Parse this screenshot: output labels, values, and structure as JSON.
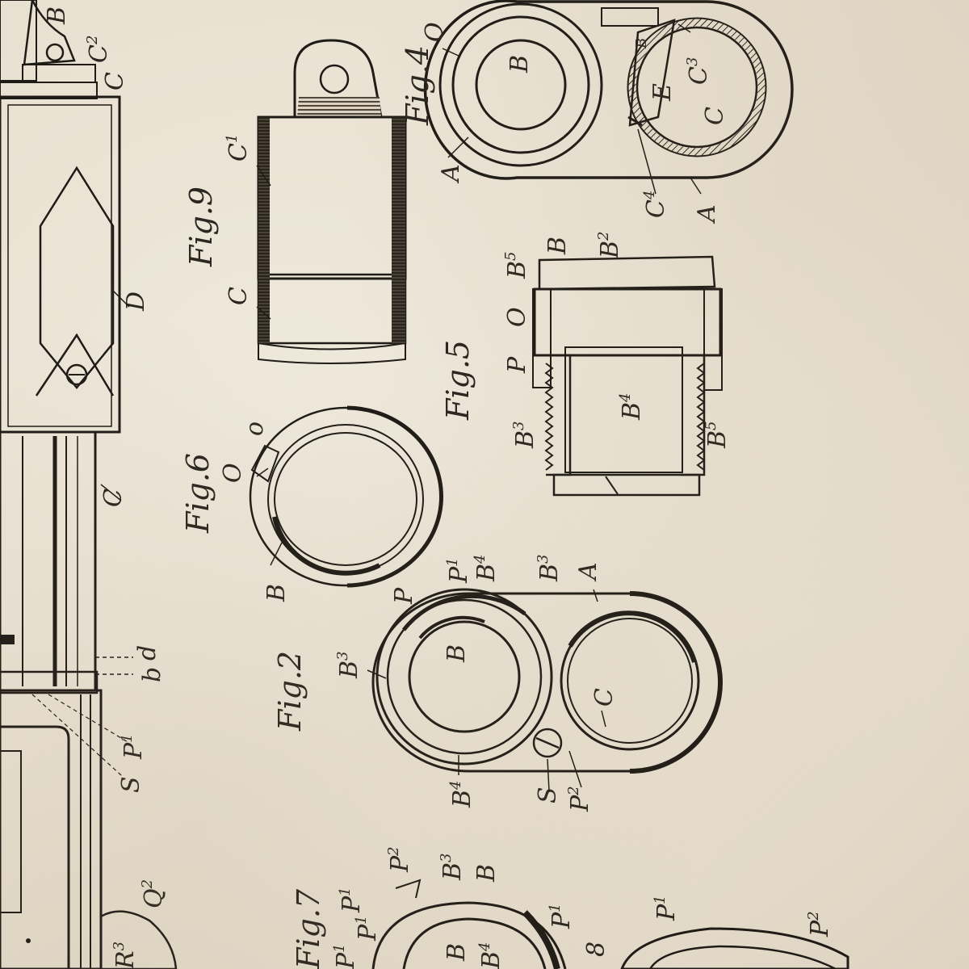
{
  "colors": {
    "paper": "#e9e2d3",
    "ink": "#1f1b16",
    "label": "#2b2620"
  },
  "figures": {
    "fig9": "Fig.9",
    "fig4": "Fig.4",
    "fig5": "Fig.5",
    "fig6": "Fig.6",
    "fig2": "Fig.2",
    "fig7": "Fig.7"
  },
  "labels": {
    "B_top": "B",
    "C2_top": "C",
    "C2_top_sup": "2",
    "C_top2": "C",
    "D": "D",
    "C_barrel": "C",
    "d": "d",
    "b": "b",
    "P1_left": "P",
    "P1_left_sup": "1",
    "S_left": "S",
    "Q2": "Q",
    "Q2_sup": "2",
    "R3_left": "R",
    "R3_left_sup": "3",
    "fig9_C1": "C",
    "fig9_C1_sup": "1",
    "fig9_C": "C",
    "fig4_O": "O",
    "fig4_A_left": "A",
    "fig4_B": "B",
    "fig4_E": "E",
    "fig4_C3": "C",
    "fig4_C3_sup": "3",
    "fig4_C": "C",
    "fig4_C4": "C",
    "fig4_C4_sup": "4",
    "fig4_A_right": "A",
    "fig4_B5_tag": "B",
    "fig5_B5_top": "B",
    "fig5_B5_top_sup": "5",
    "fig5_B": "B",
    "fig5_B2": "B",
    "fig5_B2_sup": "2",
    "fig5_O": "O",
    "fig5_P": "P",
    "fig5_B3": "B",
    "fig5_B3_sup": "3",
    "fig5_B4": "B",
    "fig5_B4_sup": "4",
    "fig5_B5_bottom": "B",
    "fig5_B5_bottom_sup": "5",
    "fig6_o": "o",
    "fig6_O": "O",
    "fig6_B": "B",
    "fig2_A": "A",
    "fig2_B3_top": "B",
    "fig2_B3_top_sup": "3",
    "fig2_B4_top": "B",
    "fig2_B4_top_sup": "4",
    "fig2_P1": "P",
    "fig2_P1_sup": "1",
    "fig2_P": "P",
    "fig2_B3_left": "B",
    "fig2_B3_left_sup": "3",
    "fig2_B": "B",
    "fig2_C": "C",
    "fig2_B4_bottom": "B",
    "fig2_B4_bottom_sup": "4",
    "fig2_S": "S",
    "fig2_P2": "P",
    "fig2_P2_sup": "2",
    "fig7_P2": "P",
    "fig7_P2_sup": "2",
    "fig7_B3": "B",
    "fig7_B3_sup": "3",
    "fig7_B": "B",
    "fig7_P1a": "P",
    "fig7_P1a_sup": "1",
    "fig7_P1b": "P",
    "fig7_P1b_sup": "1",
    "fig7_P1c": "P",
    "fig7_P1c_sup": "1",
    "fig7_P1d": "P",
    "fig7_P1d_sup": "1",
    "fig7_P1e": "P",
    "fig7_P1e_sup": "1",
    "fig7_B_inner": "B",
    "fig7_B4": "B",
    "fig7_B4_sup": "4",
    "fig7_8": "8",
    "fig7_P2_right": "P",
    "fig7_P2_right_sup": "2"
  }
}
